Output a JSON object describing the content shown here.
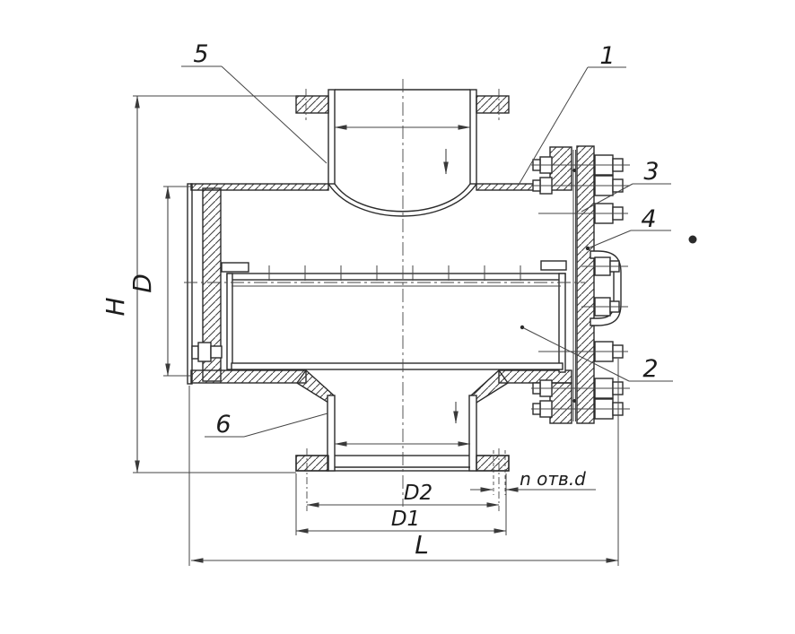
{
  "colors": {
    "background": "#ffffff",
    "line": "#2b2b2b",
    "thin_line": "#454545",
    "text": "#1c1c1c"
  },
  "callouts": {
    "part1": "1",
    "part2": "2",
    "part3": "3",
    "part4": "4",
    "part5": "5",
    "part6": "6"
  },
  "dimensions": {
    "overall_height": "H",
    "shell_diameter": "D",
    "flange_diameter": "D1",
    "bolt_circle_diameter": "D2",
    "overall_length": "L",
    "holes_note": "n отв.d"
  }
}
